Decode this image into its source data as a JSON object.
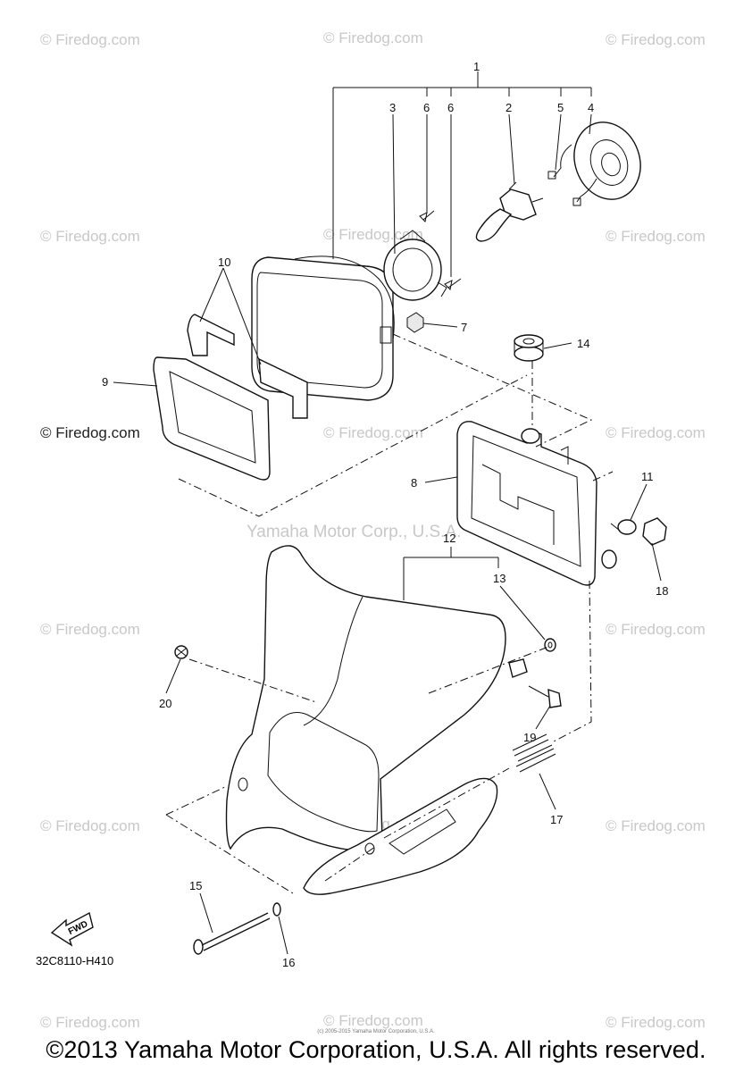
{
  "watermark": "© Firedog.com",
  "center_watermark": "Yamaha Motor Corp., U.S.A.",
  "diagram_code": "32C8110-H410",
  "fwd_label": "FWD",
  "callouts": [
    "1",
    "2",
    "3",
    "4",
    "5",
    "6",
    "6",
    "7",
    "8",
    "9",
    "10",
    "11",
    "12",
    "13",
    "14",
    "15",
    "16",
    "17",
    "18",
    "19",
    "20"
  ],
  "fine_print": "(c) 2005-2015 Yamaha Motor Corporation, U.S.A.",
  "copyright": "©2013 Yamaha Motor Corporation, U.S.A. All rights reserved."
}
